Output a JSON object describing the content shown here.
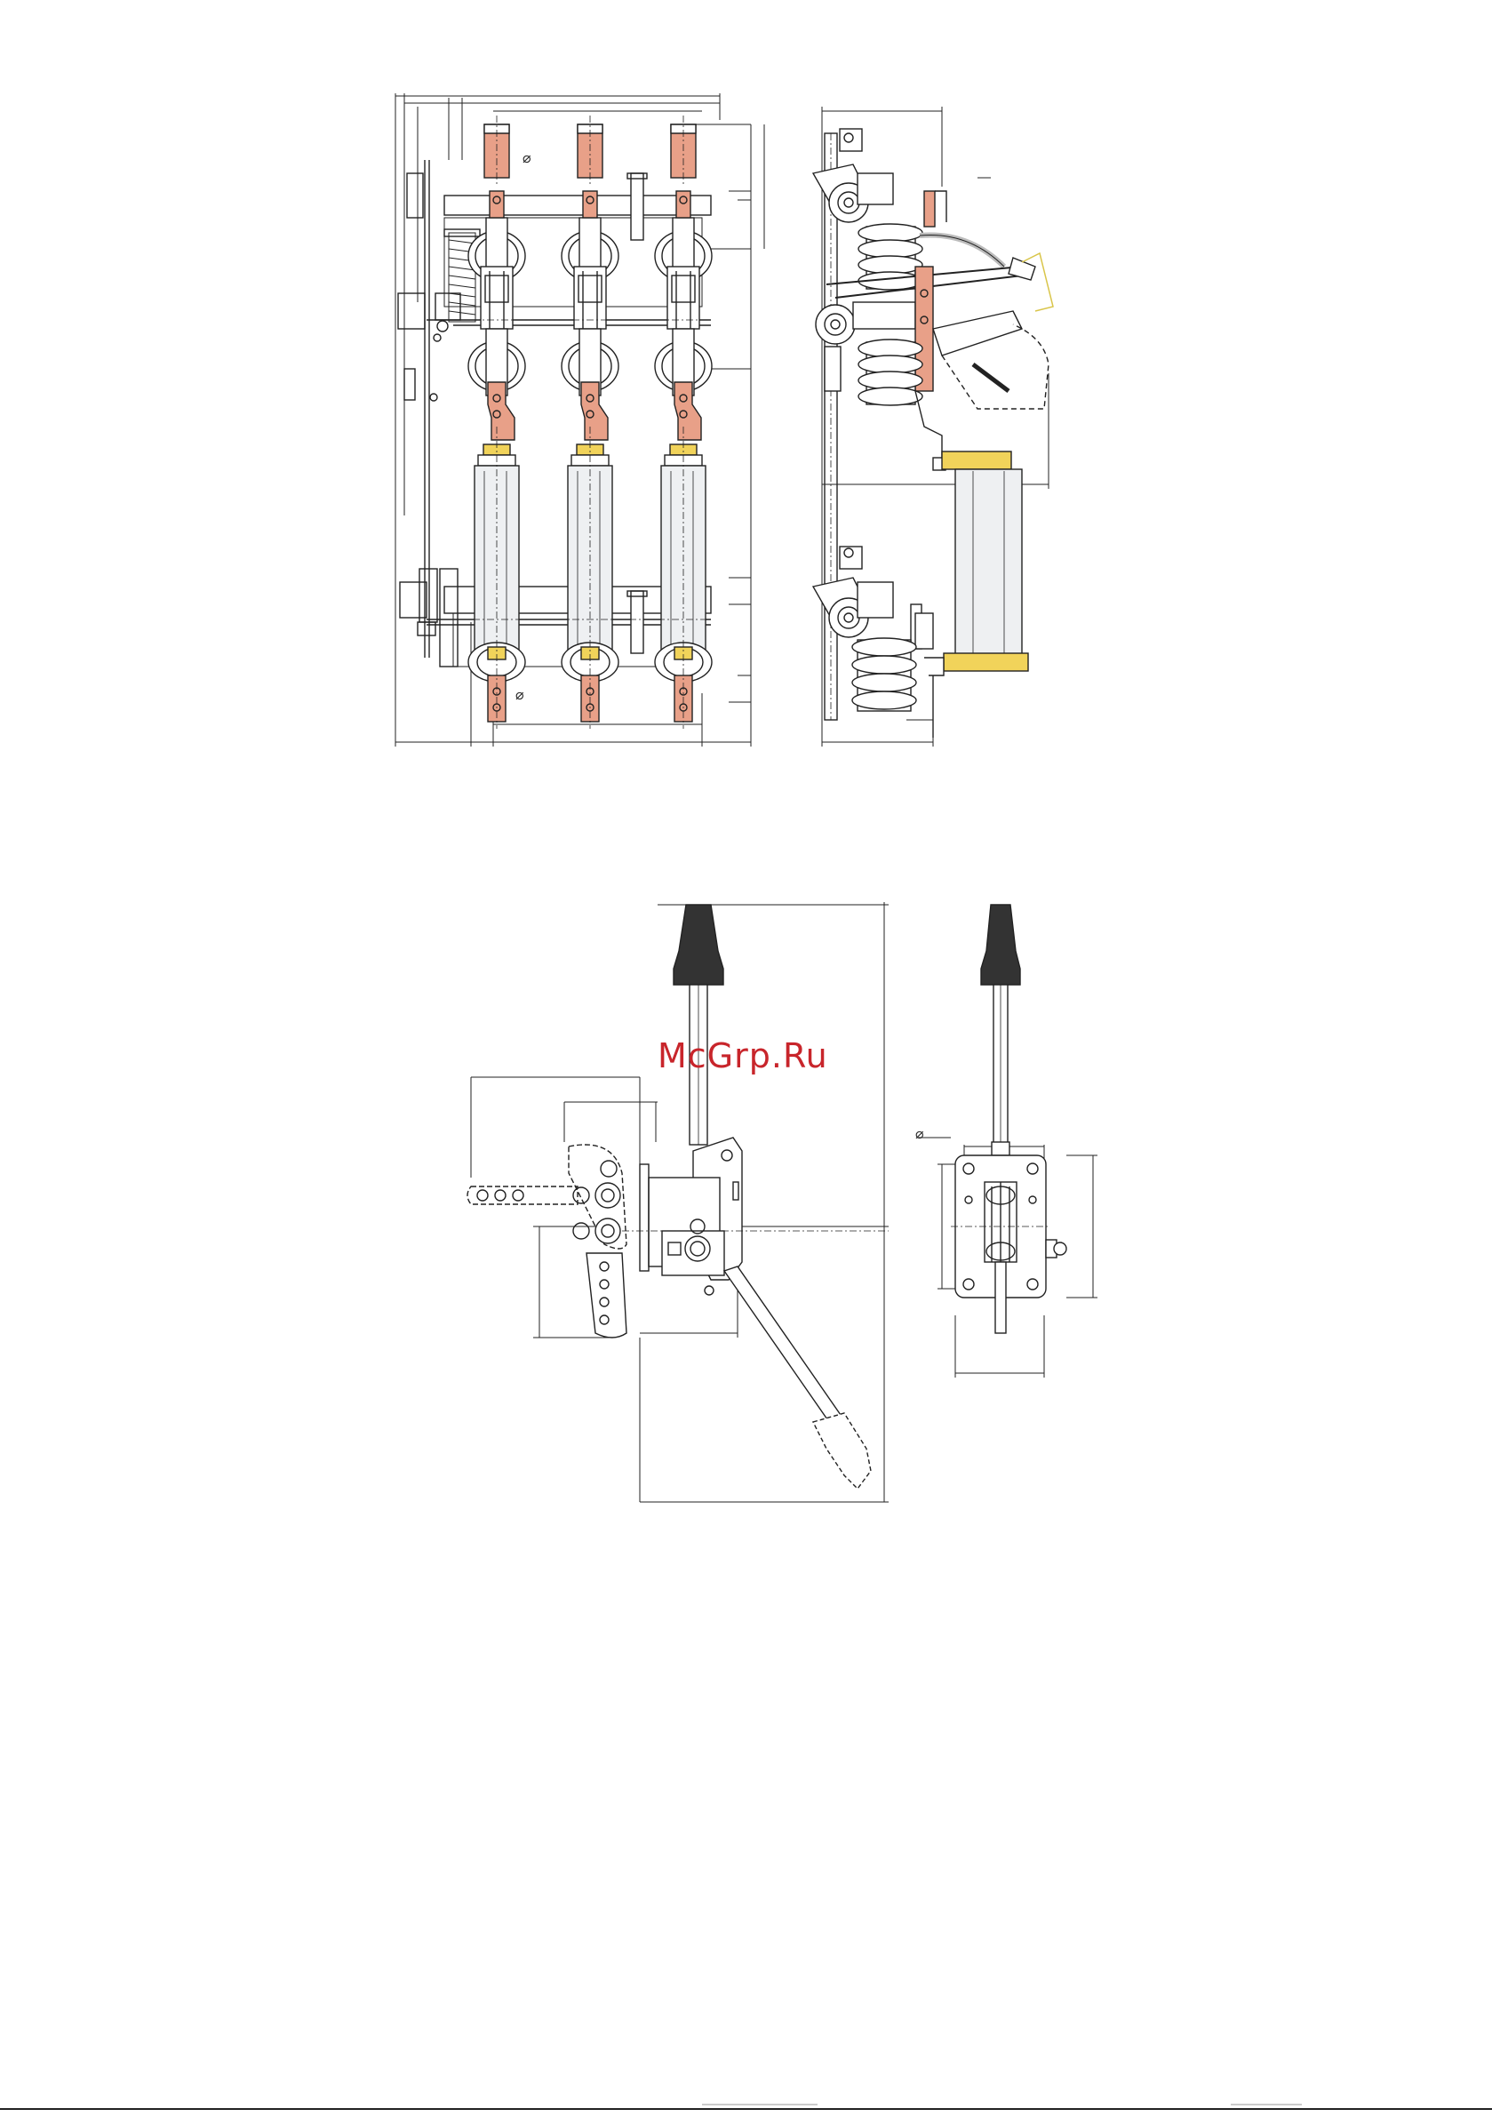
{
  "watermark": {
    "text": "McGrp.Ru",
    "color": "#c8252b"
  },
  "symbols": {
    "diameter": "⌀"
  },
  "colors": {
    "copper": "#e8a088",
    "copper_dark": "#c46b52",
    "insulator": "#eef0f2",
    "yellow": "#f1d35a",
    "handle": "#333333",
    "line": "#222222"
  },
  "views": [
    {
      "id": "front-view",
      "role": "switch-disconnector front elevation, three poles"
    },
    {
      "id": "side-view",
      "role": "switch-disconnector side elevation"
    },
    {
      "id": "handle-side-view",
      "role": "operating handle side view"
    },
    {
      "id": "handle-front-view",
      "role": "operating handle front view"
    }
  ]
}
